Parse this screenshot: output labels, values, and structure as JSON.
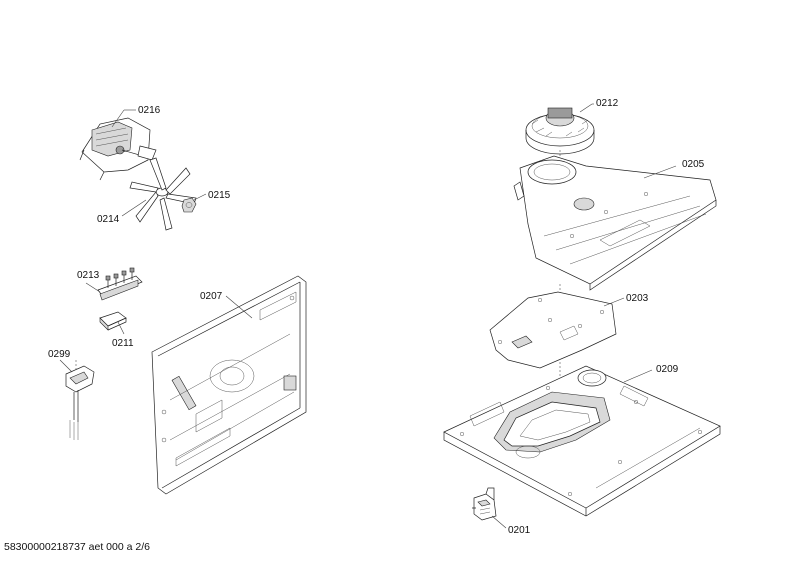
{
  "parts": {
    "p0216": "0216",
    "p0214": "0214",
    "p0215": "0215",
    "p0213": "0213",
    "p0211": "0211",
    "p0299": "0299",
    "p0207": "0207",
    "p0212": "0212",
    "p0205": "0205",
    "p0203": "0203",
    "p0209": "0209",
    "p0201": "0201"
  },
  "footer": {
    "code": "58300000218737 aet 000 a 2/6"
  }
}
